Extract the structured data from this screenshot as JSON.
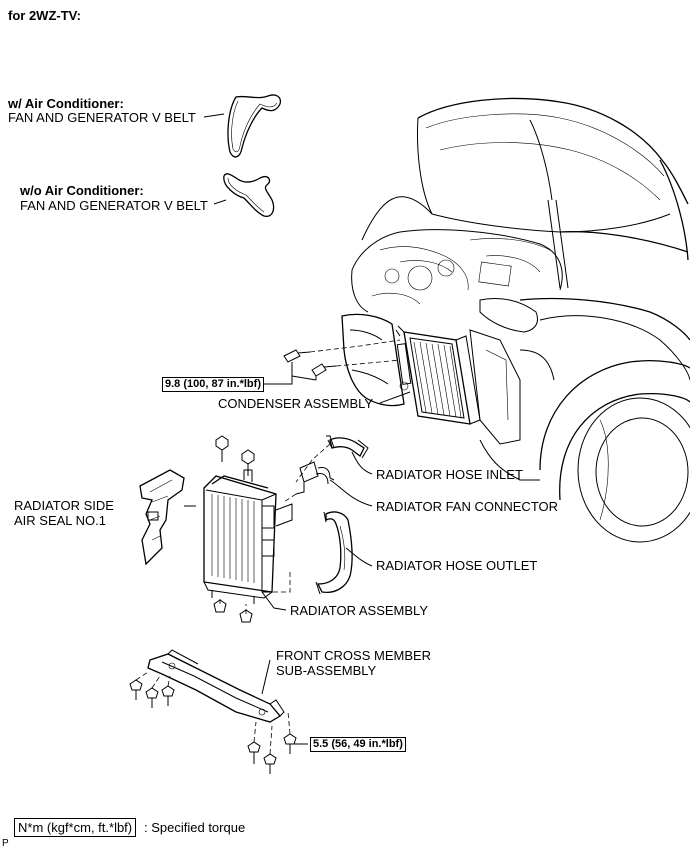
{
  "header": {
    "title": "for 2WZ-TV:"
  },
  "labels": {
    "ac_belt_line1": "w/ Air Conditioner:",
    "ac_belt_line2": "FAN AND GENERATOR V BELT",
    "noac_belt_line1": "w/o Air Conditioner:",
    "noac_belt_line2": "FAN AND GENERATOR V BELT",
    "condenser": "CONDENSER ASSEMBLY",
    "hose_inlet": "RADIATOR HOSE INLET",
    "fan_connector": "RADIATOR FAN CONNECTOR",
    "side_seal_line1": "RADIATOR SIDE",
    "side_seal_line2": "AIR SEAL NO.1",
    "hose_outlet": "RADIATOR HOSE OUTLET",
    "radiator": "RADIATOR ASSEMBLY",
    "cross_member_line1": "FRONT CROSS MEMBER",
    "cross_member_line2": "SUB-ASSEMBLY"
  },
  "torques": {
    "condenser_bolt": "9.8 (100, 87 in.*lbf)",
    "cross_member_bolt": "5.5 (56, 49 in.*lbf)"
  },
  "legend": {
    "unit_box": "N*m (kgf*cm, ft.*lbf)",
    "meaning": ": Specified torque"
  },
  "footer": {
    "code": "P"
  }
}
